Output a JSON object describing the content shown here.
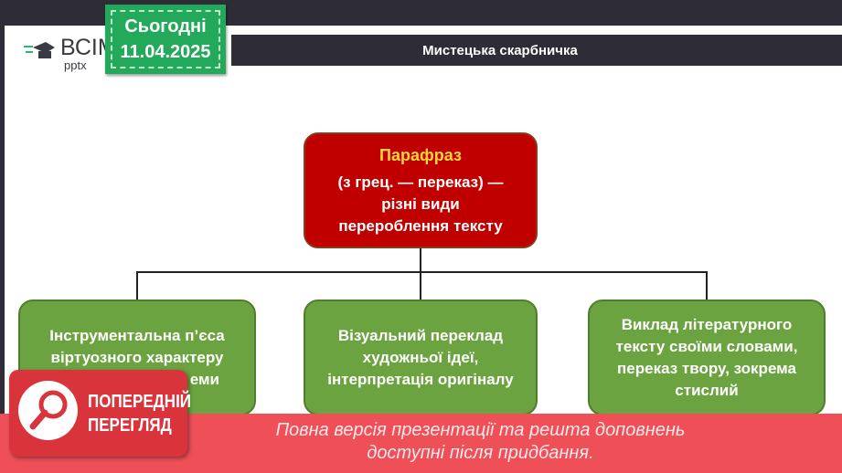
{
  "logo": {
    "title": "ВСІМ",
    "subtitle": "pptx"
  },
  "date_badge": {
    "label": "Сьогодні",
    "date": "11.04.2025"
  },
  "header": {
    "title": "Мистецька скарбничка"
  },
  "main_box": {
    "title": "Парафраз",
    "lines": [
      "(з грец. — переказ) —",
      "різні види",
      "перероблення тексту"
    ]
  },
  "boxes": [
    {
      "lines": [
        "Інструментальна п’єса",
        "віртуозного характеру",
        "еми"
      ]
    },
    {
      "lines": [
        "Візуальний переклад",
        "художньої ідеї,",
        "інтерпретація оригіналу"
      ]
    },
    {
      "lines": [
        "Виклад літературного",
        "тексту своїми словами,",
        "переказ твору, зокрема",
        "стислий"
      ]
    }
  ],
  "preview": {
    "line1": "ПОПЕРЕДНІЙ",
    "line2": "ПЕРЕГЛЯД"
  },
  "banner": {
    "line1": "Повна версія презентації та решта доповнень",
    "line2": "доступні після придбання."
  },
  "colors": {
    "accent_green": "#22a95a",
    "red_box": "#c00000",
    "green_box": "#6aa33f",
    "banner": "#ef5058"
  }
}
